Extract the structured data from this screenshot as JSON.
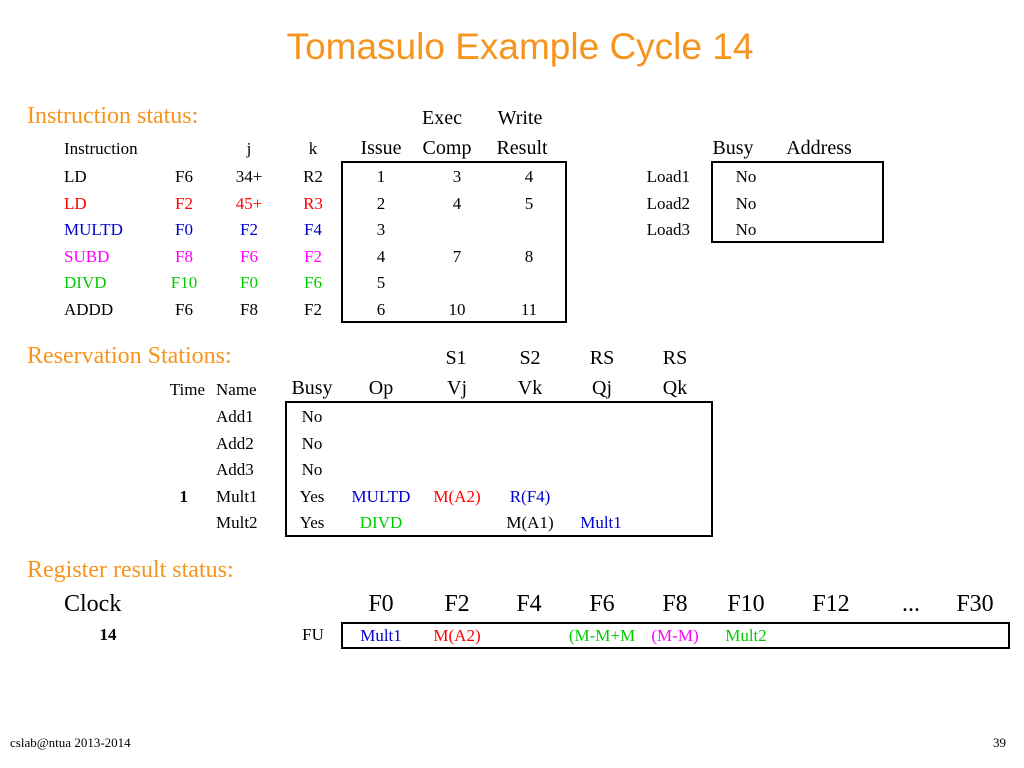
{
  "title": "Tomasulo Example Cycle 14",
  "colors": {
    "title": "#f7941d",
    "section": "#f7941d",
    "red": "#ff0000",
    "blue": "#0000cc",
    "magenta": "#ff00ff",
    "green": "#00cc00",
    "black": "#000000"
  },
  "instruction_status": {
    "label": "Instruction status:",
    "headers": {
      "instruction": "Instruction",
      "j": "j",
      "k": "k",
      "issue": "Issue",
      "exec_top": "Exec",
      "exec_bottom": "Comp",
      "write_top": "Write",
      "write_bottom": "Result"
    },
    "rows": [
      {
        "op": "LD",
        "dest": "F6",
        "j": "34+",
        "k": "R2",
        "issue": "1",
        "exec": "3",
        "write": "4",
        "color": "#000000"
      },
      {
        "op": "LD",
        "dest": "F2",
        "j": "45+",
        "k": "R3",
        "issue": "2",
        "exec": "4",
        "write": "5",
        "color": "#ff0000"
      },
      {
        "op": "MULTD",
        "dest": "F0",
        "j": "F2",
        "k": "F4",
        "issue": "3",
        "exec": "",
        "write": "",
        "color": "#0000cc"
      },
      {
        "op": "SUBD",
        "dest": "F8",
        "j": "F6",
        "k": "F2",
        "issue": "4",
        "exec": "7",
        "write": "8",
        "color": "#ff00ff"
      },
      {
        "op": "DIVD",
        "dest": "F10",
        "j": "F0",
        "k": "F6",
        "issue": "5",
        "exec": "",
        "write": "",
        "color": "#00cc00"
      },
      {
        "op": "ADDD",
        "dest": "F6",
        "j": "F8",
        "k": "F2",
        "issue": "6",
        "exec": "10",
        "write": "11",
        "color": "#000000"
      }
    ]
  },
  "load_buffers": {
    "headers": {
      "busy": "Busy",
      "address": "Address"
    },
    "rows": [
      {
        "name": "Load1",
        "busy": "No",
        "address": ""
      },
      {
        "name": "Load2",
        "busy": "No",
        "address": ""
      },
      {
        "name": "Load3",
        "busy": "No",
        "address": ""
      }
    ]
  },
  "reservation_stations": {
    "label": "Reservation Stations:",
    "headers": {
      "time": "Time",
      "name": "Name",
      "busy": "Busy",
      "op": "Op",
      "s1": "S1",
      "vj": "Vj",
      "s2": "S2",
      "vk": "Vk",
      "rs1": "RS",
      "qj": "Qj",
      "rs2": "RS",
      "qk": "Qk"
    },
    "rows": [
      {
        "time": "",
        "name": "Add1",
        "busy": "No",
        "op": "",
        "vj": "",
        "vk": "",
        "qj": "",
        "qk": ""
      },
      {
        "time": "",
        "name": "Add2",
        "busy": "No",
        "op": "",
        "vj": "",
        "vk": "",
        "qj": "",
        "qk": ""
      },
      {
        "time": "",
        "name": "Add3",
        "busy": "No",
        "op": "",
        "vj": "",
        "vk": "",
        "qj": "",
        "qk": ""
      },
      {
        "time": "1",
        "name": "Mult1",
        "busy": "Yes",
        "op": "MULTD",
        "vj": "M(A2)",
        "vk": "R(F4)",
        "qj": "",
        "qk": ""
      },
      {
        "time": "",
        "name": "Mult2",
        "busy": "Yes",
        "op": "DIVD",
        "vj": "",
        "vk": "M(A1)",
        "qj": "Mult1",
        "qk": ""
      }
    ]
  },
  "register_status": {
    "label": "Register result status:",
    "clock_label": "Clock",
    "clock_value": "14",
    "fu_label": "FU",
    "registers": [
      {
        "name": "F0",
        "fu": "Mult1",
        "color": "#0000cc"
      },
      {
        "name": "F2",
        "fu": "M(A2)",
        "color": "#ff0000"
      },
      {
        "name": "F4",
        "fu": "",
        "color": "#000000"
      },
      {
        "name": "F6",
        "fu": "(M-M+M",
        "color": "#00cc00"
      },
      {
        "name": "F8",
        "fu": "(M-M)",
        "color": "#ff00ff"
      },
      {
        "name": "F10",
        "fu": "Mult2",
        "color": "#00cc00"
      },
      {
        "name": "F12",
        "fu": "",
        "color": "#000000"
      },
      {
        "name": "...",
        "fu": "",
        "color": "#000000"
      },
      {
        "name": "F30",
        "fu": "",
        "color": "#000000"
      }
    ]
  },
  "footer": {
    "left": "cslab@ntua 2013-2014",
    "page": "39"
  }
}
